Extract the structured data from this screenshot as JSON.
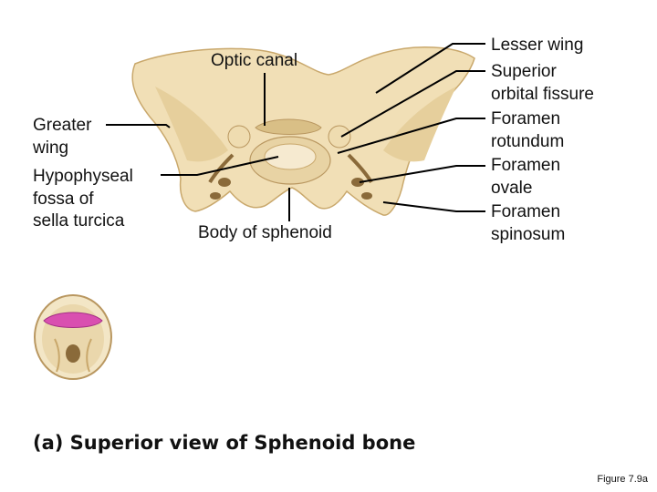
{
  "labels": {
    "optic_canal": "Optic canal",
    "greater_wing": "Greater\nwing",
    "hypophyseal_fossa": "Hypophyseal\nfossa of\nsella turcica",
    "body_of_sphenoid": "Body of sphenoid",
    "lesser_wing": "Lesser wing",
    "superior_orbital_fissure": "Superior\norbital fissure",
    "foramen_rotundum": "Foramen\nrotundum",
    "foramen_ovale": "Foramen\novale",
    "foramen_spinosum": "Foramen\nspinosum"
  },
  "caption": "(a) Superior view of Sphenoid bone",
  "figure_ref": "Figure 7.9a",
  "colors": {
    "bone": "#f1dfb6",
    "bone_shadow": "#c9a86c",
    "highlight": "#d94fb0",
    "leader": "#000000"
  }
}
